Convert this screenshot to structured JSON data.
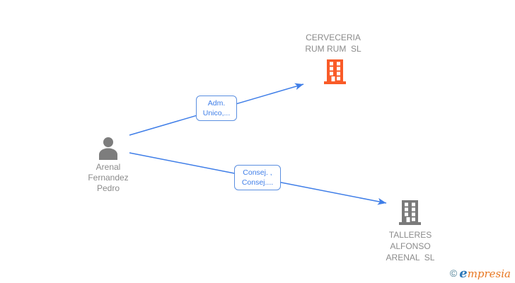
{
  "diagram": {
    "nodes": {
      "person": {
        "type": "person",
        "label_lines": [
          "Arenal",
          "Fernandez",
          "Pedro"
        ],
        "icon": "person-icon",
        "icon_color": "#7d7d7d",
        "label_color": "#8b8b8b"
      },
      "company_top": {
        "type": "company",
        "label_lines": [
          "CERVECERIA",
          "RUM RUM  SL"
        ],
        "icon": "building-icon",
        "icon_color": "#f95b28",
        "label_color": "#8b8b8b"
      },
      "company_bottom": {
        "type": "company",
        "label_lines": [
          "TALLERES",
          "ALFONSO",
          "ARENAL  SL"
        ],
        "icon": "building-icon",
        "icon_color": "#7a7a7a",
        "label_color": "#8b8b8b"
      }
    },
    "edges": [
      {
        "from": "person",
        "to": "company_top",
        "label_lines": [
          "Adm.",
          "Unico,..."
        ]
      },
      {
        "from": "person",
        "to": "company_bottom",
        "label_lines": [
          "Consej. ,",
          "Consej...."
        ]
      }
    ],
    "colors": {
      "edge": "#3f7ee8",
      "edge_label_text": "#3f7ee8",
      "edge_label_border": "#5b8fe0",
      "node_label_text": "#8b8b8b",
      "company_top_icon": "#f95b28",
      "company_bottom_icon": "#7a7a7a",
      "person_icon": "#7d7d7d"
    }
  },
  "watermark": {
    "copyright": "©",
    "brand_initial": "e",
    "brand_rest": "mpresia"
  }
}
